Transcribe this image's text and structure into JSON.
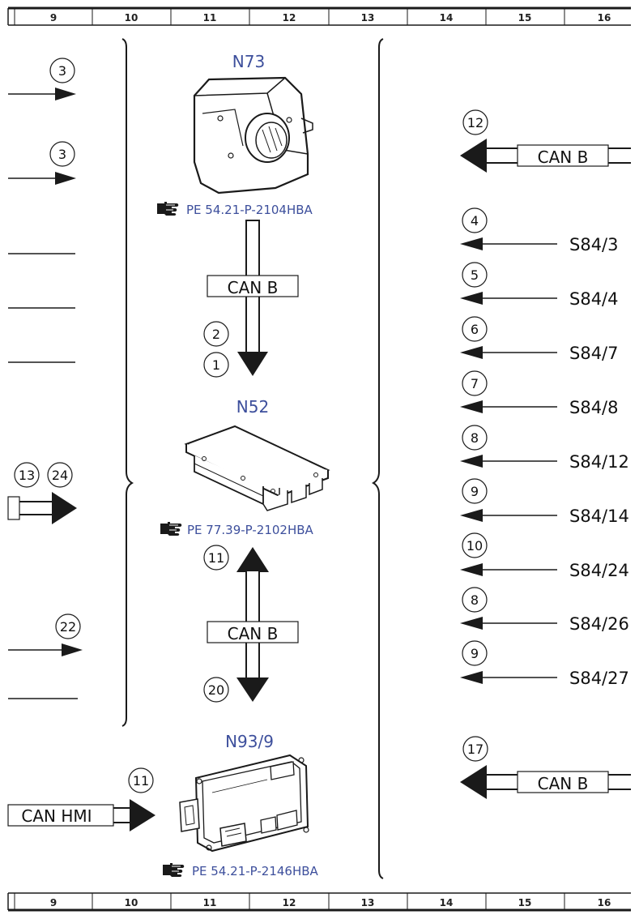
{
  "ruler": {
    "numbers": [
      "9",
      "10",
      "11",
      "12",
      "13",
      "14",
      "15",
      "16"
    ]
  },
  "components": {
    "n73": {
      "title": "N73",
      "ref": "PE 54.21-P-2104HBA"
    },
    "n52": {
      "title": "N52",
      "ref": "PE 77.39-P-2102HBA"
    },
    "n93": {
      "title": "N93/9",
      "ref": "PE 54.21-P-2146HBA"
    }
  },
  "center_links": {
    "top": {
      "label": "CAN B",
      "markers": [
        "2",
        "1"
      ]
    },
    "bottom": {
      "label": "CAN B",
      "markers": [
        "11",
        "20"
      ]
    }
  },
  "left_markers": [
    "3",
    "3",
    "13",
    "24",
    "22",
    "11"
  ],
  "left_labels": {
    "can_hmi": "CAN HMI"
  },
  "right_can": [
    {
      "marker": "12",
      "label": "CAN B"
    },
    {
      "marker": "17",
      "label": "CAN B"
    }
  ],
  "right_signals": [
    {
      "marker": "4",
      "label": "S84/3"
    },
    {
      "marker": "5",
      "label": "S84/4"
    },
    {
      "marker": "6",
      "label": "S84/7"
    },
    {
      "marker": "7",
      "label": "S84/8"
    },
    {
      "marker": "8",
      "label": "S84/12"
    },
    {
      "marker": "9",
      "label": "S84/14"
    },
    {
      "marker": "10",
      "label": "S84/24"
    },
    {
      "marker": "8",
      "label": "S84/26"
    },
    {
      "marker": "9",
      "label": "S84/27"
    }
  ],
  "colors": {
    "accent": "#3d4f9c",
    "line": "#1a1a1a"
  },
  "icons": {
    "reference": "pointing-hand-icon"
  }
}
